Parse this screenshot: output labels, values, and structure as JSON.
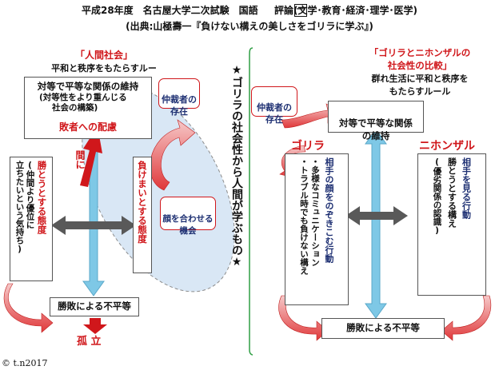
{
  "header": {
    "line1": "平成28年度　名古屋大学二次試験　国語 　 評論(文学･教育･経済･理学･医学)",
    "num_box": "一",
    "line2": "(出典:山極壽一『負けない構えの美しさをゴリラに学ぶ』)"
  },
  "left": {
    "society_title": "「人間社会」",
    "society_sub": "平和と秩序をもたらすルール",
    "top_box_title": "対等で平等な関係の維持",
    "top_box_sub1": "(対等性をより重んじる",
    "top_box_sub2": "社会の構築)",
    "top_box_red": "敗者への配慮",
    "arrow_label": "間に",
    "mediator": "仲裁者の\n存在",
    "face_meet": "顔を合わせる\n機会",
    "left_vert_red": "勝とうとする態度",
    "left_vert_black": "(仲間より優位に\n立ちたいという気持ち)",
    "mid_vert_red": "負けまいとする態度",
    "bottom_box": "勝敗による不平等",
    "isolation": "孤 立"
  },
  "center": {
    "vertical_title": "★ゴリラの社会性から人間が学ぶもの★"
  },
  "right": {
    "title1": "「ゴリラとニホンザルの",
    "title2": "社会性の比較」",
    "sub1": "群れ生活に平和と秩序を",
    "sub2": "もたらすルール",
    "mediator": "仲裁者の\n存在",
    "top_box": "対等で平等な関係\nの維持",
    "gorilla": "ゴリラ",
    "monkey": "ニホンザル",
    "gorilla_text1": "相手の顔をのぞきこむ行動",
    "gorilla_text2": "・多様なコミュニケーション\n・トラブル時でも負けない構え",
    "monkey_text1": "相手を見る行動",
    "monkey_text2": "勝とうとする構え",
    "monkey_text3": "(優劣関係の認識)",
    "bottom_box": "勝敗による不平等"
  },
  "footer": {
    "copyright": "© t.n2017"
  },
  "colors": {
    "red": "#d0171b",
    "navy": "#1d2f72",
    "light_blue_arrow": "#7ec8e6",
    "ellipse_fill": "#d9e7f5",
    "gray_arrow": "#595959",
    "divider_green": "#2f9e44"
  }
}
